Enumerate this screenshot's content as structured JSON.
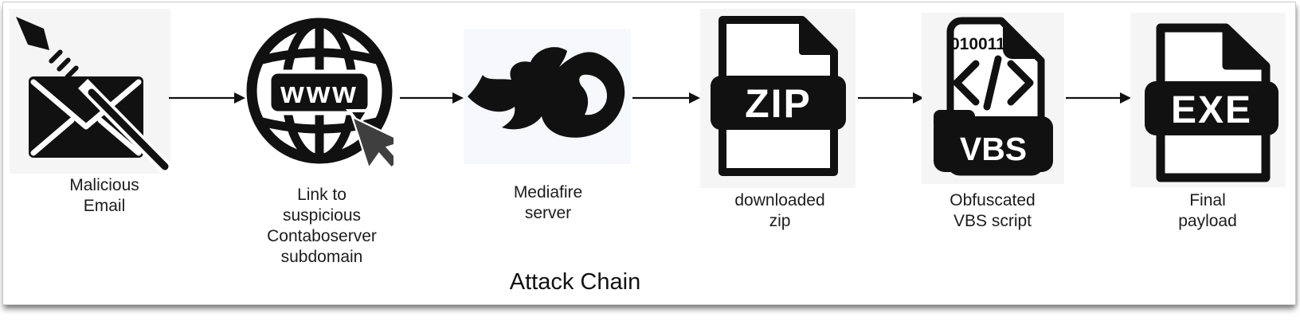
{
  "diagram": {
    "title": "Attack Chain",
    "nodes": [
      {
        "id": "malicious-email",
        "icon": "spear-phishing-email-icon",
        "lines": [
          "Malicious",
          "Email"
        ]
      },
      {
        "id": "contabo-link",
        "icon": "globe-www-cursor-icon",
        "lines": [
          "Link to",
          "suspicious",
          "Contaboserver",
          "subdomain"
        ]
      },
      {
        "id": "mediafire-server",
        "icon": "mediafire-flame-icon",
        "lines": [
          "Mediafire",
          "server"
        ]
      },
      {
        "id": "downloaded-zip",
        "icon": "zip-file-icon",
        "lines": [
          "downloaded",
          "zip"
        ]
      },
      {
        "id": "obfuscated-vbs",
        "icon": "vbs-file-icon",
        "lines": [
          "Obfuscated",
          "VBS script"
        ]
      },
      {
        "id": "final-payload",
        "icon": "exe-file-icon",
        "lines": [
          "Final",
          "payload"
        ]
      }
    ],
    "icon_texts": {
      "www": "www",
      "zip": "ZIP",
      "vbs": "VBS",
      "exe": "EXE",
      "binary": "010011"
    },
    "colors": {
      "icon_black": "#111111",
      "cursor_gray": "#3f3f3f",
      "tile_bg": "#f5f5f5",
      "mediafire_tile_bg": "#f7f8fb"
    }
  }
}
